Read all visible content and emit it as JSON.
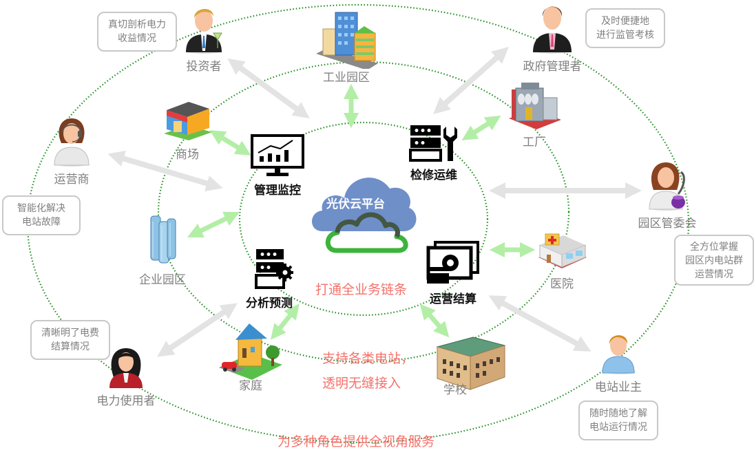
{
  "center": {
    "title": "光伏云平台"
  },
  "services": [
    {
      "id": "monitor",
      "label": "管理监控",
      "icon": "monitor-chart-icon"
    },
    {
      "id": "maintenance",
      "label": "检修运维",
      "icon": "server-wrench-icon"
    },
    {
      "id": "analysis",
      "label": "分析预测",
      "icon": "server-gear-icon"
    },
    {
      "id": "settlement",
      "label": "运营结算",
      "icon": "money-bill-icon"
    }
  ],
  "sites": [
    {
      "id": "industrial-park",
      "label": "工业园区",
      "icon": "industrial-buildings-icon"
    },
    {
      "id": "mall",
      "label": "商场",
      "icon": "shop-icon"
    },
    {
      "id": "factory",
      "label": "工厂",
      "icon": "factory-icon"
    },
    {
      "id": "enterprise-park",
      "label": "企业园区",
      "icon": "office-towers-icon"
    },
    {
      "id": "hospital",
      "label": "医院",
      "icon": "hospital-icon"
    },
    {
      "id": "home",
      "label": "家庭",
      "icon": "house-icon"
    },
    {
      "id": "school",
      "label": "学校",
      "icon": "school-icon"
    }
  ],
  "roles": [
    {
      "id": "investor",
      "label": "投资者",
      "icon": "investor-avatar-icon",
      "callout": [
        "真切剖析电力",
        "收益情况"
      ]
    },
    {
      "id": "government",
      "label": "政府管理者",
      "icon": "government-avatar-icon",
      "callout": [
        "及时便捷地",
        "进行监管考核"
      ]
    },
    {
      "id": "operator",
      "label": "运营商",
      "icon": "operator-headset-avatar-icon",
      "callout": [
        "智能化解决",
        "电站故障"
      ]
    },
    {
      "id": "park-committee",
      "label": "园区管委会",
      "icon": "committee-avatar-icon",
      "callout": [
        "全方位掌握",
        "园区内电站群",
        "运营情况"
      ]
    },
    {
      "id": "power-user",
      "label": "电力使用者",
      "icon": "power-user-avatar-icon",
      "callout": [
        "清晰明了电费",
        "结算情况"
      ]
    },
    {
      "id": "station-owner",
      "label": "电站业主",
      "icon": "station-owner-avatar-icon",
      "callout": [
        "随时随地了解",
        "电站运行情况"
      ]
    }
  ],
  "slogans": {
    "inner": "打通全业务链条",
    "middle_line1": "支持各类电站，",
    "middle_line2": "透明无缝接入",
    "outer": "为多种角色提供全视角服务"
  },
  "colors": {
    "ring": "#1e8c1e",
    "arrow_green": "#b3eea7",
    "arrow_gray": "#e3e3e3",
    "slogan": "#f4726b",
    "cloud_blue": "#6f8fc9",
    "cloud_green": "#3cb43c"
  }
}
